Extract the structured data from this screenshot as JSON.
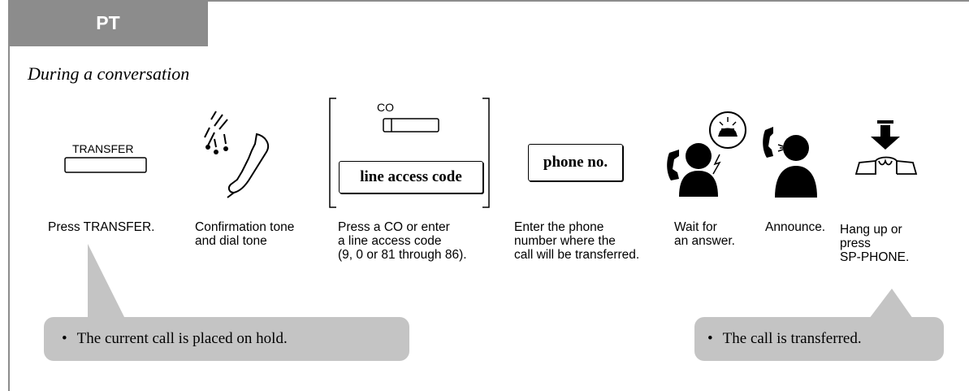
{
  "header": {
    "tab_label": "PT"
  },
  "context": "During a conversation",
  "steps": [
    {
      "icon": "transfer-button-icon",
      "button_label": "TRANSFER",
      "caption": "Press TRANSFER."
    },
    {
      "icon": "handset-tone-icon",
      "caption": "Confirmation tone\nand dial tone"
    },
    {
      "icon": "co-button-icon",
      "co_label": "CO",
      "box_label": "line access code",
      "caption": "Press a CO or enter\na line access code\n(9, 0 or 81 through 86)."
    },
    {
      "icon": "phone-number-box-icon",
      "box_label": "phone no.",
      "caption": "Enter the phone\nnumber where the\ncall will be transferred."
    },
    {
      "icon": "person-ringing-icon",
      "caption": "Wait for\nan answer."
    },
    {
      "icon": "person-speaking-icon",
      "caption": "Announce."
    },
    {
      "icon": "hang-up-icon",
      "caption": "Hang up or\npress\nSP-PHONE."
    }
  ],
  "notes": [
    {
      "bullet": "•",
      "text": "The current call is placed on hold."
    },
    {
      "bullet": "•",
      "text": "The call is transferred."
    }
  ],
  "colors": {
    "frame": "#8c8c8c",
    "callout": "#c4c4c4",
    "icon": "#000000"
  }
}
